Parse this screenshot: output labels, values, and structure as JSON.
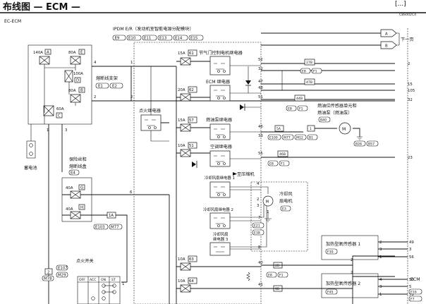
{
  "header": {
    "title": "布线图 — ECM —",
    "top_right": "[...]",
    "code": "CBS002C4",
    "section": "EC-ECM"
  },
  "ipdm": {
    "title": "IPDM E/R（发动机室智能电源分配模块）",
    "connectors": [
      "E9",
      "E10",
      "E11",
      "E13",
      "E14",
      "E15"
    ]
  },
  "fuses": {
    "f140": {
      "amp": "140A",
      "id": "A"
    },
    "f80e": {
      "amp": "80A",
      "id": "E"
    },
    "f100": {
      "amp": "100A",
      "id": "D"
    },
    "f80b": {
      "amp": "80A",
      "id": "B"
    },
    "f60": {
      "amp": "60A",
      "id": "C"
    },
    "f40g": {
      "amp": "40A",
      "id": "G"
    },
    "f40h": {
      "amp": "40A",
      "id": "H"
    },
    "f15_61": {
      "amp": "15A",
      "id": "61"
    },
    "f20_62": {
      "amp": "20A",
      "id": "62"
    },
    "f15_57": {
      "amp": "15A",
      "id": "57"
    },
    "f10_51": {
      "amp": "10A",
      "id": "51"
    },
    "f10_63": {
      "amp": "10A",
      "id": "63"
    },
    "f10_64": {
      "amp": "10A",
      "id": "64"
    }
  },
  "labels": {
    "fusible_link": "熔断线支架",
    "fusible_conn": [
      "E1",
      "E2"
    ],
    "battery": "蓄电池",
    "fuse_box": "保险丝和",
    "fuse_box2": "熔断线盒",
    "fuse_box_conn": "E4",
    "fuse_1a": "1A",
    "conn_e103": "E103",
    "conn_m77": "M77",
    "ign_relay": "点火继电器",
    "throttle_relay": "节气门控制电机继电器",
    "ecm_relay": "ECM 继电器",
    "fuel_pump_relay": "燃油泵继电器",
    "ac_relay": "空调继电器",
    "to_compressor": "至压缩机",
    "cool_relay1": "冷却风扇继电器 1",
    "cool_relay2": "冷却风扇继电器 2",
    "cool_relay3a": "冷却风扇",
    "cool_relay3b": "继电器 3",
    "fan_motor1": "冷却风",
    "fan_motor2": "扇电机",
    "fan_conn": "E3",
    "fan_conn2": "E21",
    "fan_conn3": "E38",
    "fuel_sensor1": "燃油位传感器单元和",
    "fuel_sensor2": "燃油泵（燃油泵）",
    "fuel_sensor_conn": "B40",
    "m_symbol": "M",
    "c27b": "27B",
    "c47b": "47B",
    "c44b": "44B",
    "c5a": "5A",
    "c1": "1",
    "c46b": "46B",
    "c2b": "2B",
    "c9b": "9B",
    "c_e8": "E8",
    "c_f1": "F1",
    "c_e100": "E100",
    "c_m12": "M12",
    "c_b1": "B1",
    "c_b26": "B26",
    "c_b57": "B57",
    "ign_switch": "点火开关",
    "ign_switch_conn": "E107",
    "ign_switch_conn2": "M29",
    "ign_m78": "M78",
    "ign_2": "2",
    "ign_cols": [
      "OFF",
      "ACC",
      "ON",
      "ST"
    ],
    "ho2s1": "加热型氧传感器 1",
    "ho2s1_conn": "F30",
    "ho2s2": "加热型氧传感器 2",
    "ho2s2_conn": "F45",
    "ecm": "ECM",
    "ecm_conn1": "E16",
    "ecm_conn2": "F7",
    "next_page": "下一页",
    "arrow_a": "A",
    "arrow_b": "B"
  },
  "pins": {
    "ipdm_left": [
      "4",
      "1",
      "2",
      "3"
    ],
    "ipdm_right": [
      "52",
      "32",
      "47",
      "48",
      "51",
      "46",
      "33",
      "55"
    ],
    "fan_pins": [
      "4",
      "2",
      "3",
      "1"
    ],
    "lower_left": [
      "6",
      "1"
    ],
    "mid_pins": [
      "7",
      "8",
      "40",
      "41",
      "2",
      "2"
    ],
    "ecm_right": [
      "2",
      "15",
      "105",
      "32",
      "23"
    ],
    "ho2s_pins": [
      "2",
      "3",
      "1",
      "4",
      "3",
      "1"
    ],
    "ecm_out": [
      "49",
      "3",
      "56",
      "50",
      "5",
      "59"
    ]
  }
}
